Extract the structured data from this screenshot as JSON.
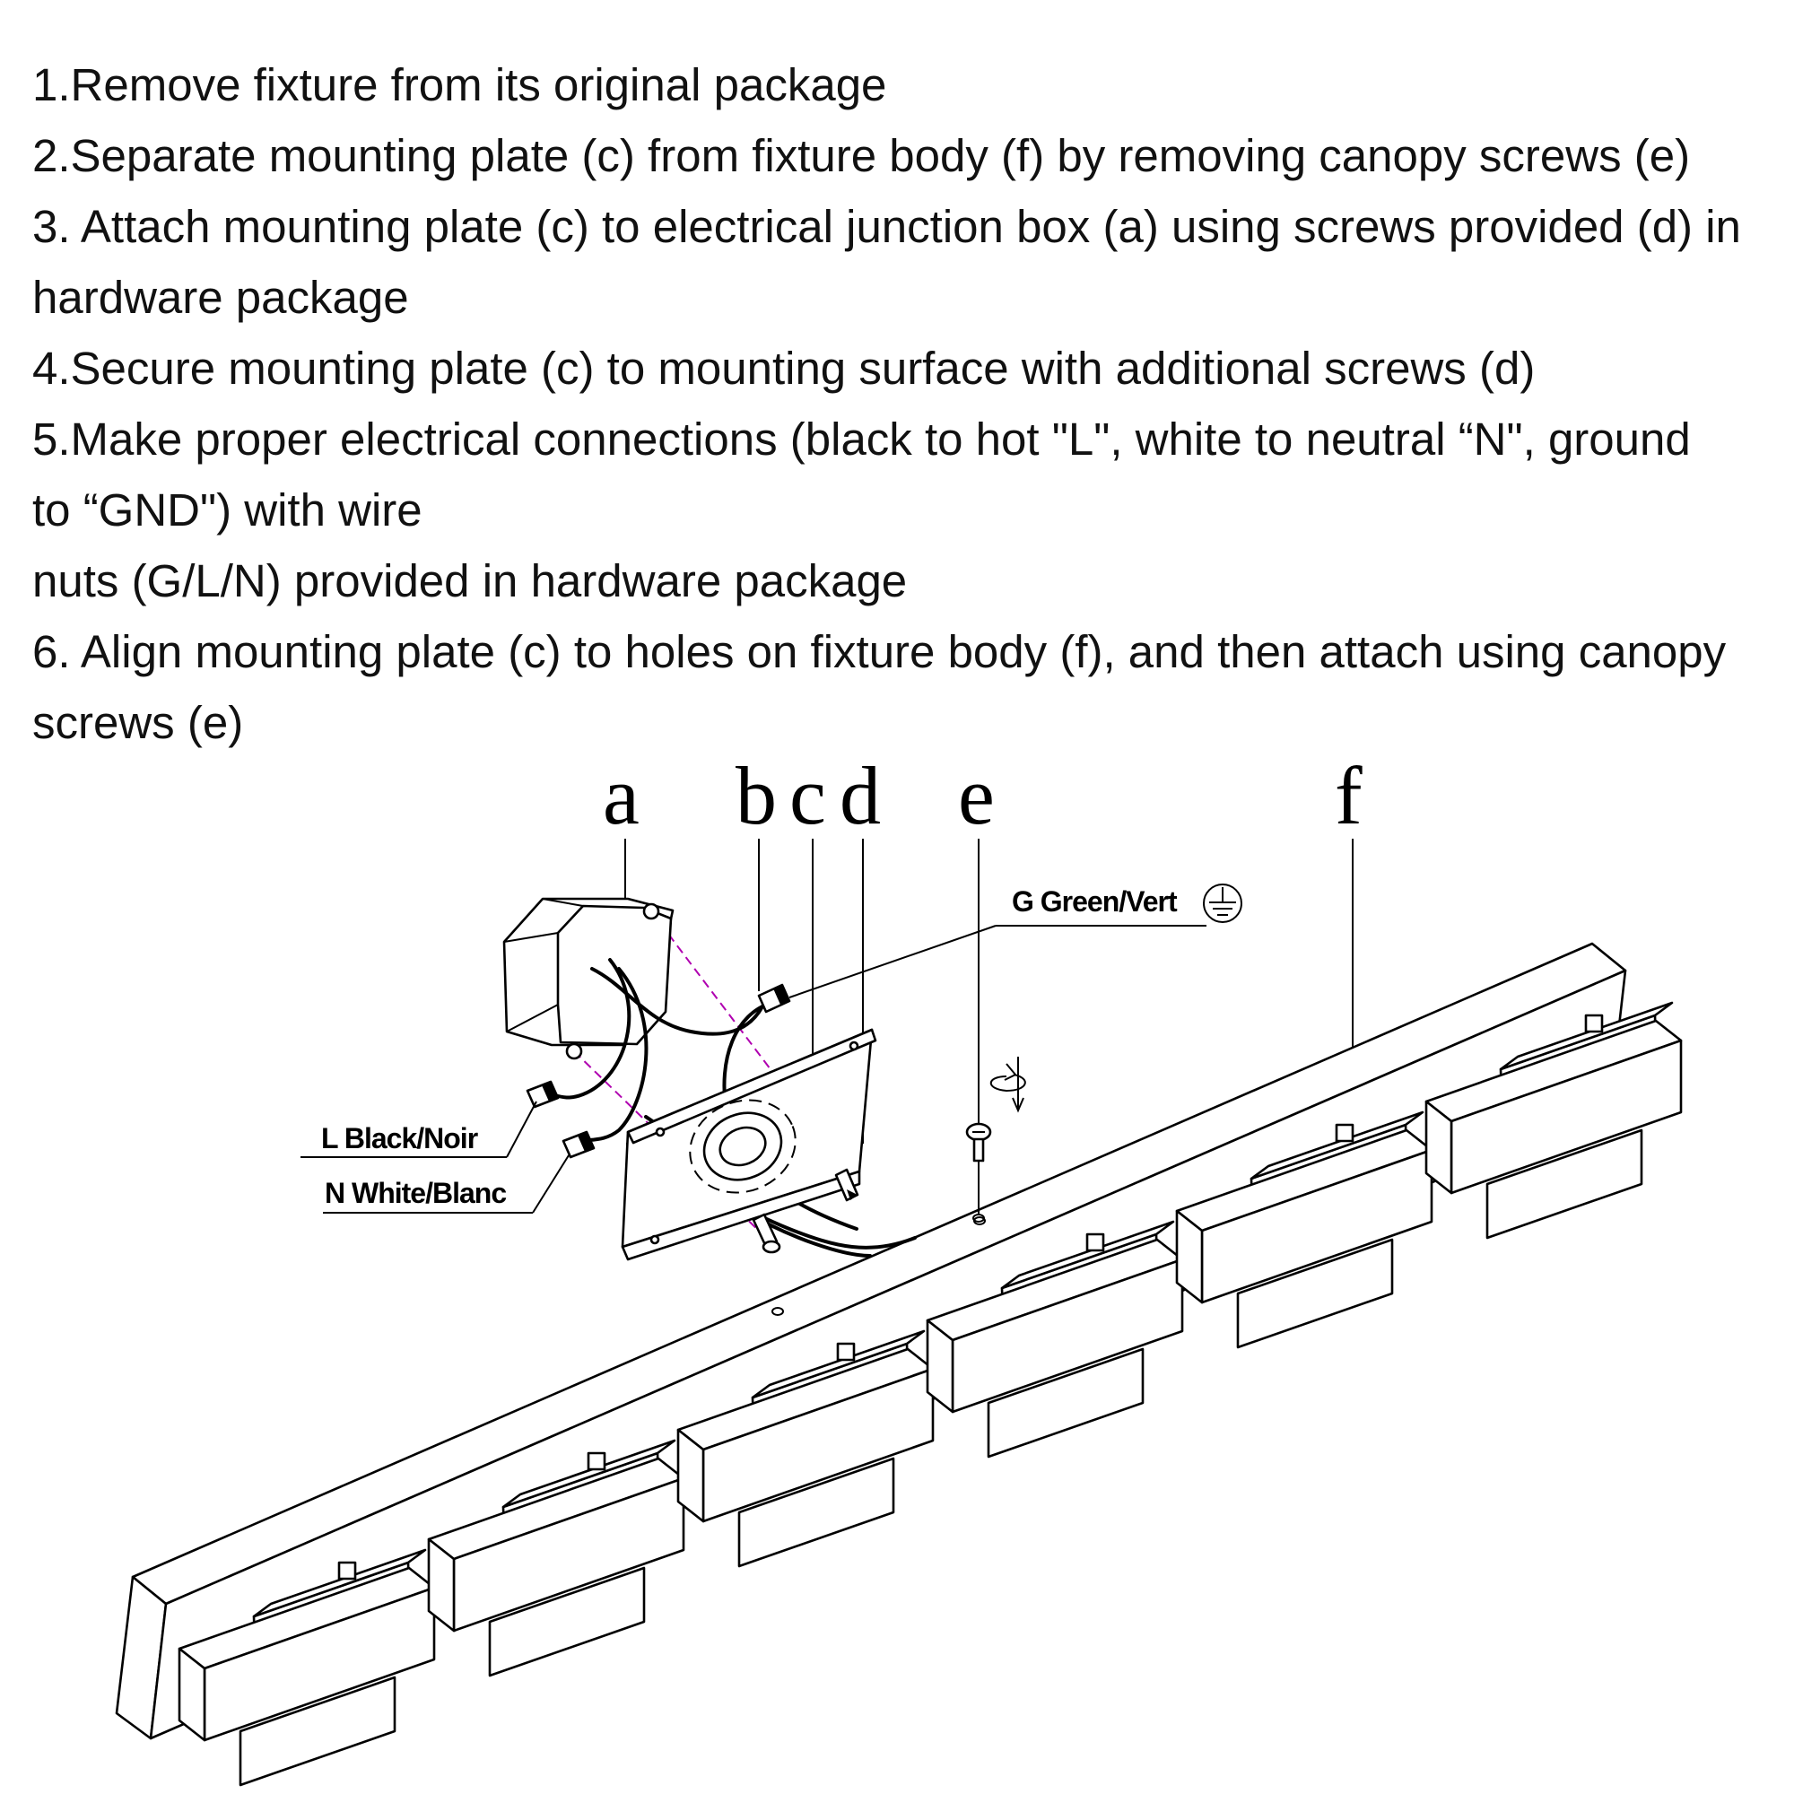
{
  "steps": [
    "1.Remove fixture from its original package",
    "2.Separate mounting plate (c) from fixture body (f) by removing canopy screws (e)",
    "3. Attach mounting plate (c) to electrical junction box (a) using screws provided (d) in",
    "hardware package",
    "4.Secure mounting plate (c) to mounting surface with additional screws (d)",
    "5.Make proper electrical connections (black to hot \"L\", white to neutral “N\", ground",
    "to “GND\") with wire",
    "nuts (G/L/N) provided in hardware package",
    "6. Align mounting plate (c) to holes on fixture body (f), and then attach using canopy",
    "screws (e)"
  ],
  "parts": {
    "a": "a",
    "b": "b",
    "c": "c",
    "d": "d",
    "e": "e",
    "f": "f"
  },
  "wires": {
    "ground": "G Green/Vert",
    "line": "L Black/Noir",
    "neutral": "N White/Blanc"
  },
  "colors": {
    "line_art": "#000000",
    "alignment_guides": "#b000b0",
    "background": "#ffffff"
  },
  "icons": [
    "ground-symbol-icon",
    "rotation-arrow-icon"
  ]
}
